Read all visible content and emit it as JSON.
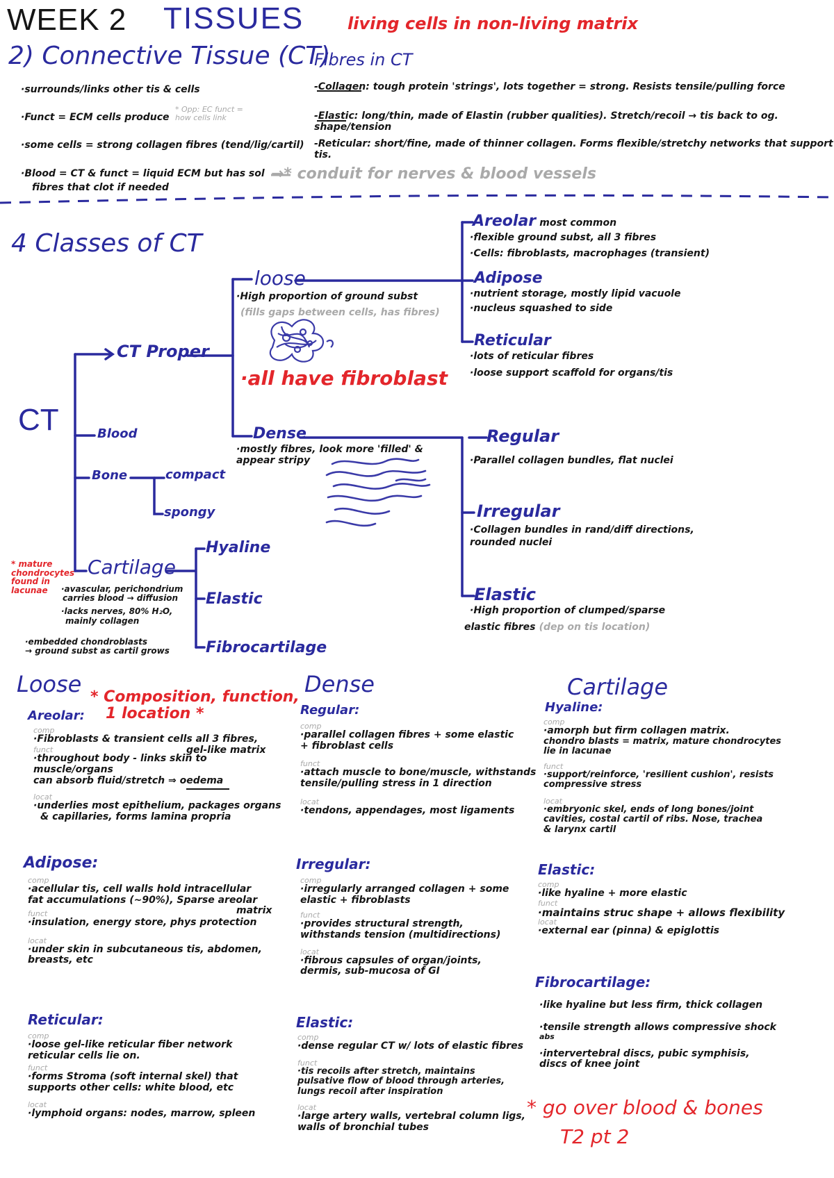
{
  "header": {
    "week": "WEEK 2",
    "topic": "TISSUES",
    "tagline": "living cells in non-living matrix",
    "section": "2) Connective Tissue (CT)"
  },
  "intro": {
    "points": [
      "·surrounds/links other tis & cells",
      "·Funct = ECM cells produce",
      "·some cells = strong collagen fibres (tend/lig/cartil)",
      "·Blood = CT & funct = liquid ECM but has sol",
      "fibres that clot if needed"
    ],
    "aside": "* Opp: EC funct = how cells link",
    "conduit": "→* conduit for nerves & blood vessels"
  },
  "fibres": {
    "title": "Fibres in CT",
    "collagen_label": "-Collagen:",
    "collagen_text": "tough protein 'strings', lots together = strong. Resists tensile/pulling force",
    "elastic_label": "-Elastic:",
    "elastic_text": "long/thin, made of Elastin (rubber qualities). Stretch/recoil → tis back to og. shape/tension",
    "reticular_text": "-Reticular: short/fine, made of thinner collagen. Forms flexible/stretchy networks that support tis."
  },
  "classes": {
    "title": "4 Classes of CT",
    "root": "CT",
    "proper": "CT Proper",
    "blood": "Blood",
    "bone": "Bone",
    "compact": "compact",
    "spongy": "spongy",
    "cartilage": "Cartilage",
    "hyaline": "Hyaline",
    "elastic": "Elastic",
    "fibrocartilage": "Fibrocartilage",
    "loose": "loose",
    "loose_note": "·High proportion of ground subst",
    "loose_note_grey": "(fills gaps between cells, has fibres)",
    "fibroblast": "·all have fibroblast",
    "dense": "Dense",
    "dense_note_1": "·mostly fibres, look more 'filled' &",
    "dense_note_2": "appear stripy",
    "cart_note_1": "·avascular, perichondrium",
    "cart_note_2": "carries blood → diffusion",
    "cart_note_3": "·lacks nerves, 80% H₂O,",
    "cart_note_4": "mainly collagen",
    "cart_note_5": "·embedded chondroblasts",
    "cart_note_6": "→ ground subst as cartil grows",
    "chondro_1": "* mature",
    "chondro_2": "chondrocytes",
    "chondro_3": "found in",
    "chondro_4": "lacunae"
  },
  "loose_types": {
    "areolar": "Areolar",
    "areolar_t": "most common",
    "areolar_1": "·flexible ground subst, all 3 fibres",
    "areolar_2": "·Cells: fibroblasts, macrophages (transient)",
    "adipose": "Adipose",
    "adipose_1": "·nutrient storage, mostly lipid vacuole",
    "adipose_2": "·nucleus squashed to side",
    "reticular": "Reticular",
    "reticular_1": "·lots of reticular fibres",
    "reticular_2": "·loose support scaffold for organs/tis"
  },
  "dense_types": {
    "regular": "Regular",
    "regular_1": "·Parallel collagen bundles, flat nuclei",
    "irregular": "Irregular",
    "irregular_1": "·Collagen bundles in rand/diff directions,",
    "irregular_2": "rounded nuclei",
    "elastic": "Elastic",
    "elastic_1": "·High proportion of clumped/sparse",
    "elastic_2": "elastic fibres",
    "elastic_grey": "(dep on tis location)"
  },
  "columns": {
    "loose": {
      "title": "Loose",
      "star": "* Composition, function,",
      "star2": "1 location *",
      "areolar_h": "Areolar:",
      "areolar_comp": "·Fibroblasts & transient cells all 3 fibres,",
      "areolar_comp2": "gel-like matrix",
      "areolar_funct": "·throughout body - links skin to muscle/organs",
      "areolar_funct2": "can absorb fluid/stretch ⇒ oedema",
      "areolar_locat": "·underlies most epithelium, packages organs",
      "areolar_locat2": "& capillaries, forms lamina propria",
      "adipose_h": "Adipose:",
      "adipose_comp": "·acellular tis, cell walls hold intracellular",
      "adipose_comp2": "fat accumulations (~90%), Sparse areolar",
      "adipose_comp3": "matrix",
      "adipose_funct": "·insulation, energy store, phys protection",
      "adipose_locat": "·under skin in subcutaneous tis, abdomen,",
      "adipose_locat2": "breasts, etc",
      "reticular_h": "Reticular:",
      "reticular_comp": "·loose gel-like reticular fiber network",
      "reticular_comp2": "reticular cells lie on.",
      "reticular_funct": "·forms Stroma (soft internal skel) that",
      "reticular_funct2": "supports other cells: white blood, etc",
      "reticular_locat": "·lymphoid organs: nodes, marrow, spleen"
    },
    "dense": {
      "title": "Dense",
      "regular_h": "Regular:",
      "regular_comp": "·parallel collagen fibres + some elastic",
      "regular_comp2": "+ fibroblast cells",
      "regular_funct": "·attach muscle to bone/muscle, withstands",
      "regular_funct2": "tensile/pulling stress in 1 direction",
      "regular_locat": "·tendons, appendages, most ligaments",
      "irregular_h": "Irregular:",
      "irregular_comp": "·irregularly arranged collagen + some",
      "irregular_comp2": "elastic + fibroblasts",
      "irregular_funct": "·provides structural strength,",
      "irregular_funct2": "withstands tension (multidirections)",
      "irregular_locat": "·fibrous capsules of organ/joints,",
      "irregular_locat2": "dermis, sub-mucosa of GI",
      "elastic_h": "Elastic:",
      "elastic_comp": "·dense regular CT w/ lots of elastic fibres",
      "elastic_funct": "·tis recoils after stretch, maintains",
      "elastic_funct2": "pulsative flow of blood through arteries,",
      "elastic_funct3": "lungs recoil after inspiration",
      "elastic_locat": "·large artery walls, vertebral column ligs,",
      "elastic_locat2": "walls of bronchial tubes"
    },
    "cartilage": {
      "title": "Cartilage",
      "hyaline_h": "Hyaline:",
      "hyaline_comp": "·amorph but firm collagen matrix.",
      "hyaline_comp2": "chondro blasts = matrix, mature chondrocytes",
      "hyaline_comp3": "lie in lacunae",
      "hyaline_funct": "·support/reinforce, 'resilient cushion', resists",
      "hyaline_funct2": "compressive stress",
      "hyaline_locat": "·embryonic skel, ends of long bones/joint",
      "hyaline_locat2": "cavities, costal cartil of ribs. Nose, trachea",
      "hyaline_locat3": "& larynx cartil",
      "elastic_h": "Elastic:",
      "elastic_comp": "·like hyaline + more elastic",
      "elastic_funct": "·maintains struc shape + allows flexibility",
      "elastic_locat": "·external ear (pinna) & epiglottis",
      "fibro_h": "Fibrocartilage:",
      "fibro_1": "·like hyaline but less firm, thick collagen",
      "fibro_2": "·tensile strength allows compressive shock",
      "fibro_2b": "abs",
      "fibro_3": "·intervertebral discs, pubic symphisis,",
      "fibro_3b": "discs of knee joint",
      "reminder": "* go over blood & bones",
      "reminder2": "T2 pt 2"
    },
    "sub": {
      "comp": "comp",
      "funct": "funct",
      "locat": "locat"
    }
  },
  "colors": {
    "ink": "#151515",
    "blue": "#2a2a9e",
    "red": "#e3262b",
    "grey": "#a9a9a9"
  }
}
